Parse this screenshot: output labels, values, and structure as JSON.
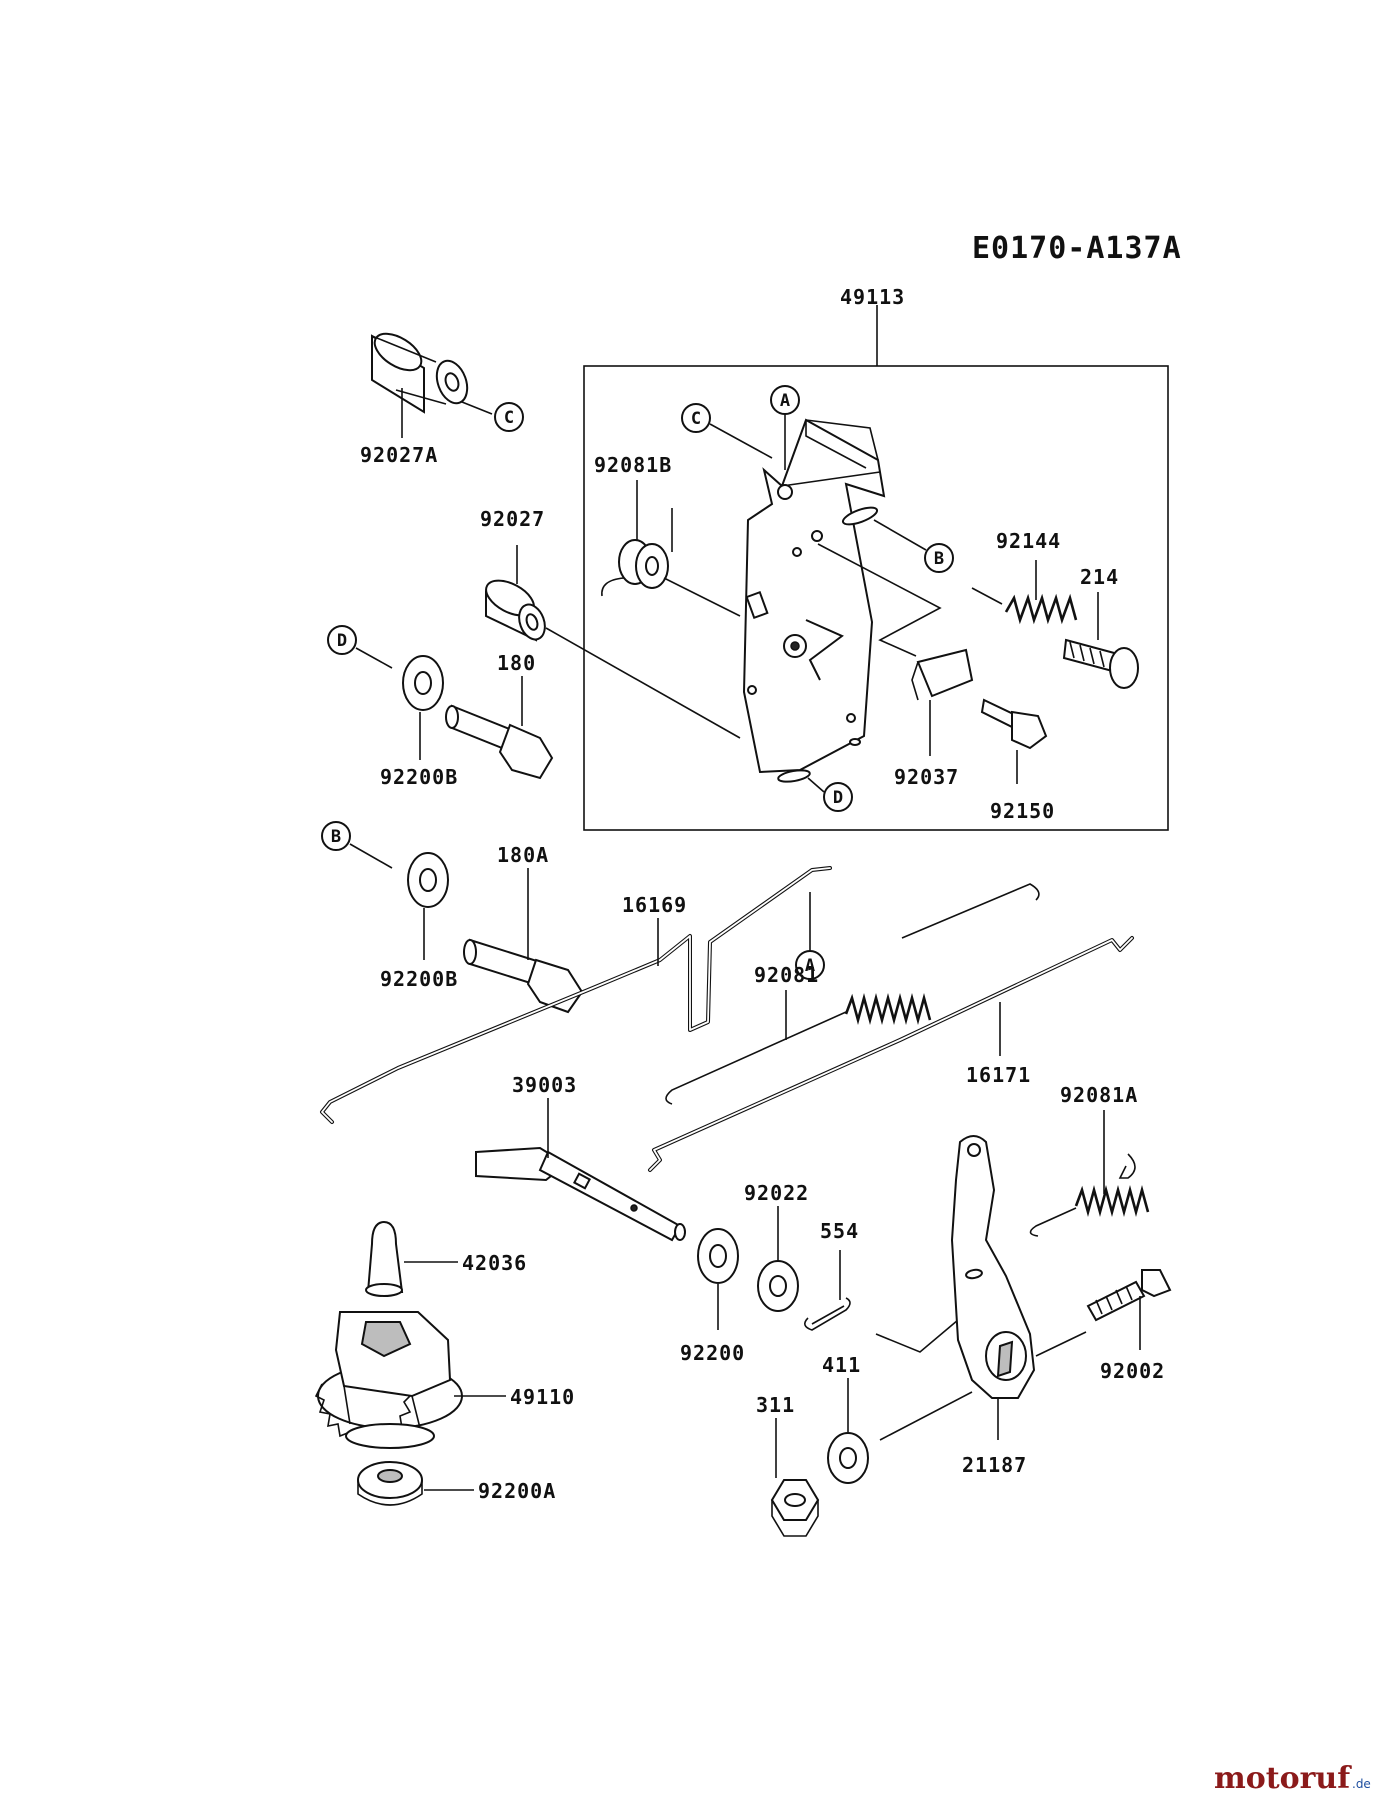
{
  "diagram": {
    "code": "E0170-A137A",
    "watermark": {
      "brand": "motoruf",
      "suffix": ".de"
    },
    "part_numbers": {
      "p49113": "49113",
      "p92027A": "92027A",
      "p92081B": "92081B",
      "p92027": "92027",
      "p92144": "92144",
      "p214": "214",
      "p180": "180",
      "p92200B_1": "92200B",
      "p92037": "92037",
      "p92150": "92150",
      "p180A": "180A",
      "p16169": "16169",
      "p92200B_2": "92200B",
      "p92081": "92081",
      "p16171": "16171",
      "p39003": "39003",
      "p92081A": "92081A",
      "p92022": "92022",
      "p554": "554",
      "p42036": "42036",
      "p92200": "92200",
      "p92002": "92002",
      "p49110": "49110",
      "p411": "411",
      "p311": "311",
      "p21187": "21187",
      "p92200A": "92200A"
    },
    "reference_markers": {
      "a": "A",
      "b": "B",
      "c": "C",
      "d": "D"
    },
    "colors": {
      "ink": "#111111",
      "watermark_brand": "#8b1a1a",
      "watermark_suffix": "#1f4fa0"
    }
  }
}
